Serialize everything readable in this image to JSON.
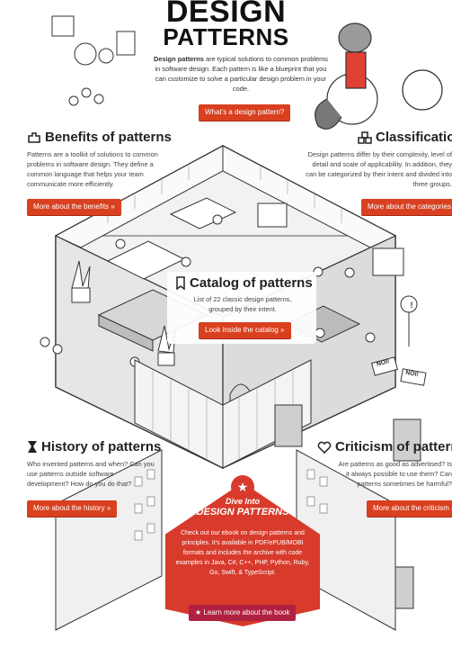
{
  "header": {
    "logo_line1": "DESIGN",
    "logo_line2": "PATTERNS",
    "intro_bold": "Design patterns",
    "intro_rest": " are typical solutions to common problems in software design. Each pattern is like a blueprint that you can customize to solve a particular design problem in your code.",
    "cta": "What's a design pattern?"
  },
  "benefits": {
    "title": "Benefits of patterns",
    "text": "Patterns are a toolkit of solutions to common problems in software design. They define a common language that helps your team communicate more efficiently.",
    "button": "More about the benefits »"
  },
  "classification": {
    "title": "Classification",
    "text": "Design patterns differ by their complexity, level of detail and scale of applicability. In addition, they can be categorized by their intent and divided into three groups.",
    "button": "More about the categories »"
  },
  "catalog": {
    "title": "Catalog of patterns",
    "text": "List of 22 classic design patterns, grouped by their intent.",
    "button": "Look inside the catalog »"
  },
  "history": {
    "title": "History of patterns",
    "text": "Who invented patterns and when? Can you use patterns outside software development? How do you do that?",
    "button": "More about the history »"
  },
  "criticism": {
    "title": "Criticism of patterns",
    "text": "Are patterns as good as advertised? Is it always possible to use them? Can patterns sometimes be harmful?",
    "button": "More about the criticism »"
  },
  "ebook": {
    "kicker": "Dive Into",
    "title": "DESIGN PATTERNS",
    "text": "Check out our ebook on design patterns and principles. It's available in PDF/ePUB/MOBI formats and includes the archive with code examples in Java, C#, C++, PHP, Python, Ruby, Go, Swift, & TypeScript.",
    "button": "Learn more about the book"
  },
  "signs": {
    "noi1": "NOI!",
    "noi2": "NOI!"
  },
  "colors": {
    "accent": "#d9401f",
    "ebook": "#d83a2b"
  }
}
